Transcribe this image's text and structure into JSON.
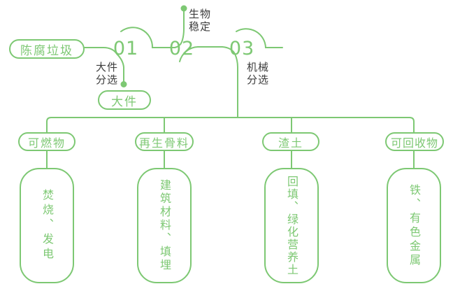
{
  "colors": {
    "green": "#7dc873",
    "label_dark": "#3c3c3c",
    "background": "#ffffff"
  },
  "source": {
    "label": "陈腐垃圾"
  },
  "steps": [
    {
      "number": "01",
      "label": "大件分选"
    },
    {
      "number": "02",
      "label": "生物稳定"
    },
    {
      "number": "03",
      "label": "机械分选"
    }
  ],
  "bulky_output": {
    "label": "大件"
  },
  "branches": [
    {
      "category": "可燃物",
      "result": "焚烧、发电"
    },
    {
      "category": "再生骨料",
      "result": "建筑材料、填埋"
    },
    {
      "category": "渣土",
      "result": "回填、绿化营养土"
    },
    {
      "category": "可回收物",
      "result": "铁、有色金属"
    }
  ]
}
